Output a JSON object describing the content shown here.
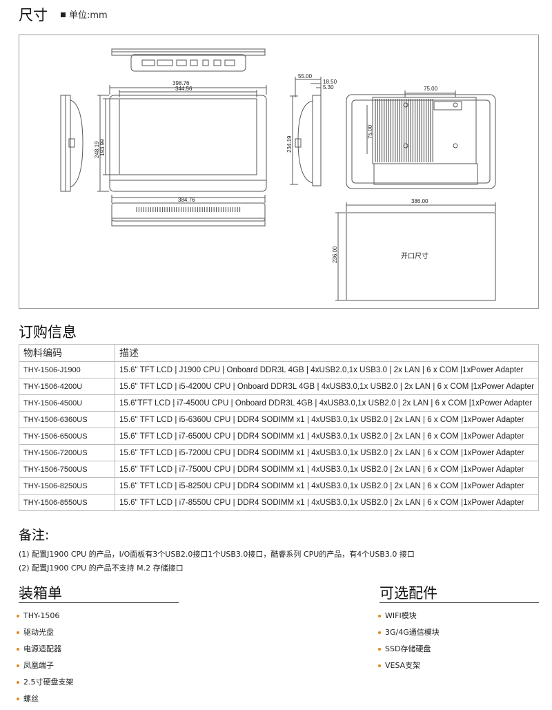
{
  "header": {
    "title": "尺寸",
    "unit": "单位:mm"
  },
  "drawing": {
    "dims": {
      "top_width": "398.76",
      "inner_width": "344.56",
      "height_outer": "248.19",
      "height_inner": "193.99",
      "side_depth": "55.00",
      "side_a": "18.50",
      "side_b": "5.30",
      "side_height": "234.19",
      "bottom_width": "384.76",
      "rear_h": "75.00",
      "rear_v": "75.00",
      "cutout_width": "386.00",
      "cutout_height": "236.00"
    },
    "cutout_label": "开口尺寸"
  },
  "ordering": {
    "title": "订购信息",
    "headers": [
      "物料编码",
      "描述"
    ],
    "rows": [
      [
        "THY-1506-J1900",
        "15.6\" TFT LCD | J1900 CPU | Onboard DDR3L 4GB | 4xUSB2.0,1x USB3.0 | 2x LAN | 6 x COM |1xPower Adapter"
      ],
      [
        "THY-1506-4200U",
        "15.6\" TFT LCD | i5-4200U CPU | Onboard DDR3L 4GB | 4xUSB3.0,1x USB2.0 | 2x LAN | 6 x COM |1xPower Adapter"
      ],
      [
        "THY-1506-4500U",
        "15.6\"TFT LCD | i7-4500U CPU | Onboard DDR3L 4GB | 4xUSB3.0,1x USB2.0 | 2x LAN | 6 x COM |1xPower Adapter"
      ],
      [
        "THY-1506-6360US",
        "15.6\" TFT LCD | i5-6360U CPU | DDR4 SODIMM x1 | 4xUSB3.0,1x USB2.0 | 2x LAN | 6 x COM |1xPower Adapter"
      ],
      [
        "THY-1506-6500US",
        "15.6\" TFT LCD | i7-6500U CPU | DDR4 SODIMM x1 | 4xUSB3.0,1x USB2.0 | 2x LAN | 6 x COM |1xPower Adapter"
      ],
      [
        "THY-1506-7200US",
        "15.6\" TFT LCD | i5-7200U CPU | DDR4 SODIMM x1 | 4xUSB3.0,1x USB2.0 | 2x LAN | 6 x COM |1xPower Adapter"
      ],
      [
        "THY-1506-7500US",
        "15.6\" TFT LCD | i7-7500U CPU | DDR4 SODIMM x1 | 4xUSB3.0,1x USB2.0 | 2x LAN | 6 x COM |1xPower Adapter"
      ],
      [
        "THY-1506-8250US",
        "15.6\" TFT LCD | i5-8250U CPU | DDR4 SODIMM x1 | 4xUSB3.0,1x USB2.0 | 2x LAN | 6 x COM |1xPower Adapter"
      ],
      [
        "THY-1506-8550US",
        "15.6\" TFT LCD | i7-8550U CPU | DDR4 SODIMM x1 | 4xUSB3.0,1x USB2.0 | 2x LAN | 6 x COM |1xPower Adapter"
      ]
    ]
  },
  "notes": {
    "title": "备注:",
    "lines": [
      "(1) 配置J1900 CPU 的产品，I/O面板有3个USB2.0接口1个USB3.0接口，酷睿系列 CPU的产品，有4个USB3.0 接口",
      "(2) 配置J1900 CPU 的产品不支持 M.2 存储接口"
    ]
  },
  "packing": {
    "title": "装箱单",
    "items": [
      "THY-1506",
      "驱动光盘",
      "电源适配器",
      "凤凰端子",
      "2.5寸硬盘支架",
      "螺丝"
    ]
  },
  "options": {
    "title": "可选配件",
    "items": [
      "WIFI模块",
      "3G/4G通信模块",
      "SSD存储硬盘",
      "VESA支架"
    ]
  },
  "colors": {
    "bullet": "#e08a1e",
    "line": "#555555"
  }
}
